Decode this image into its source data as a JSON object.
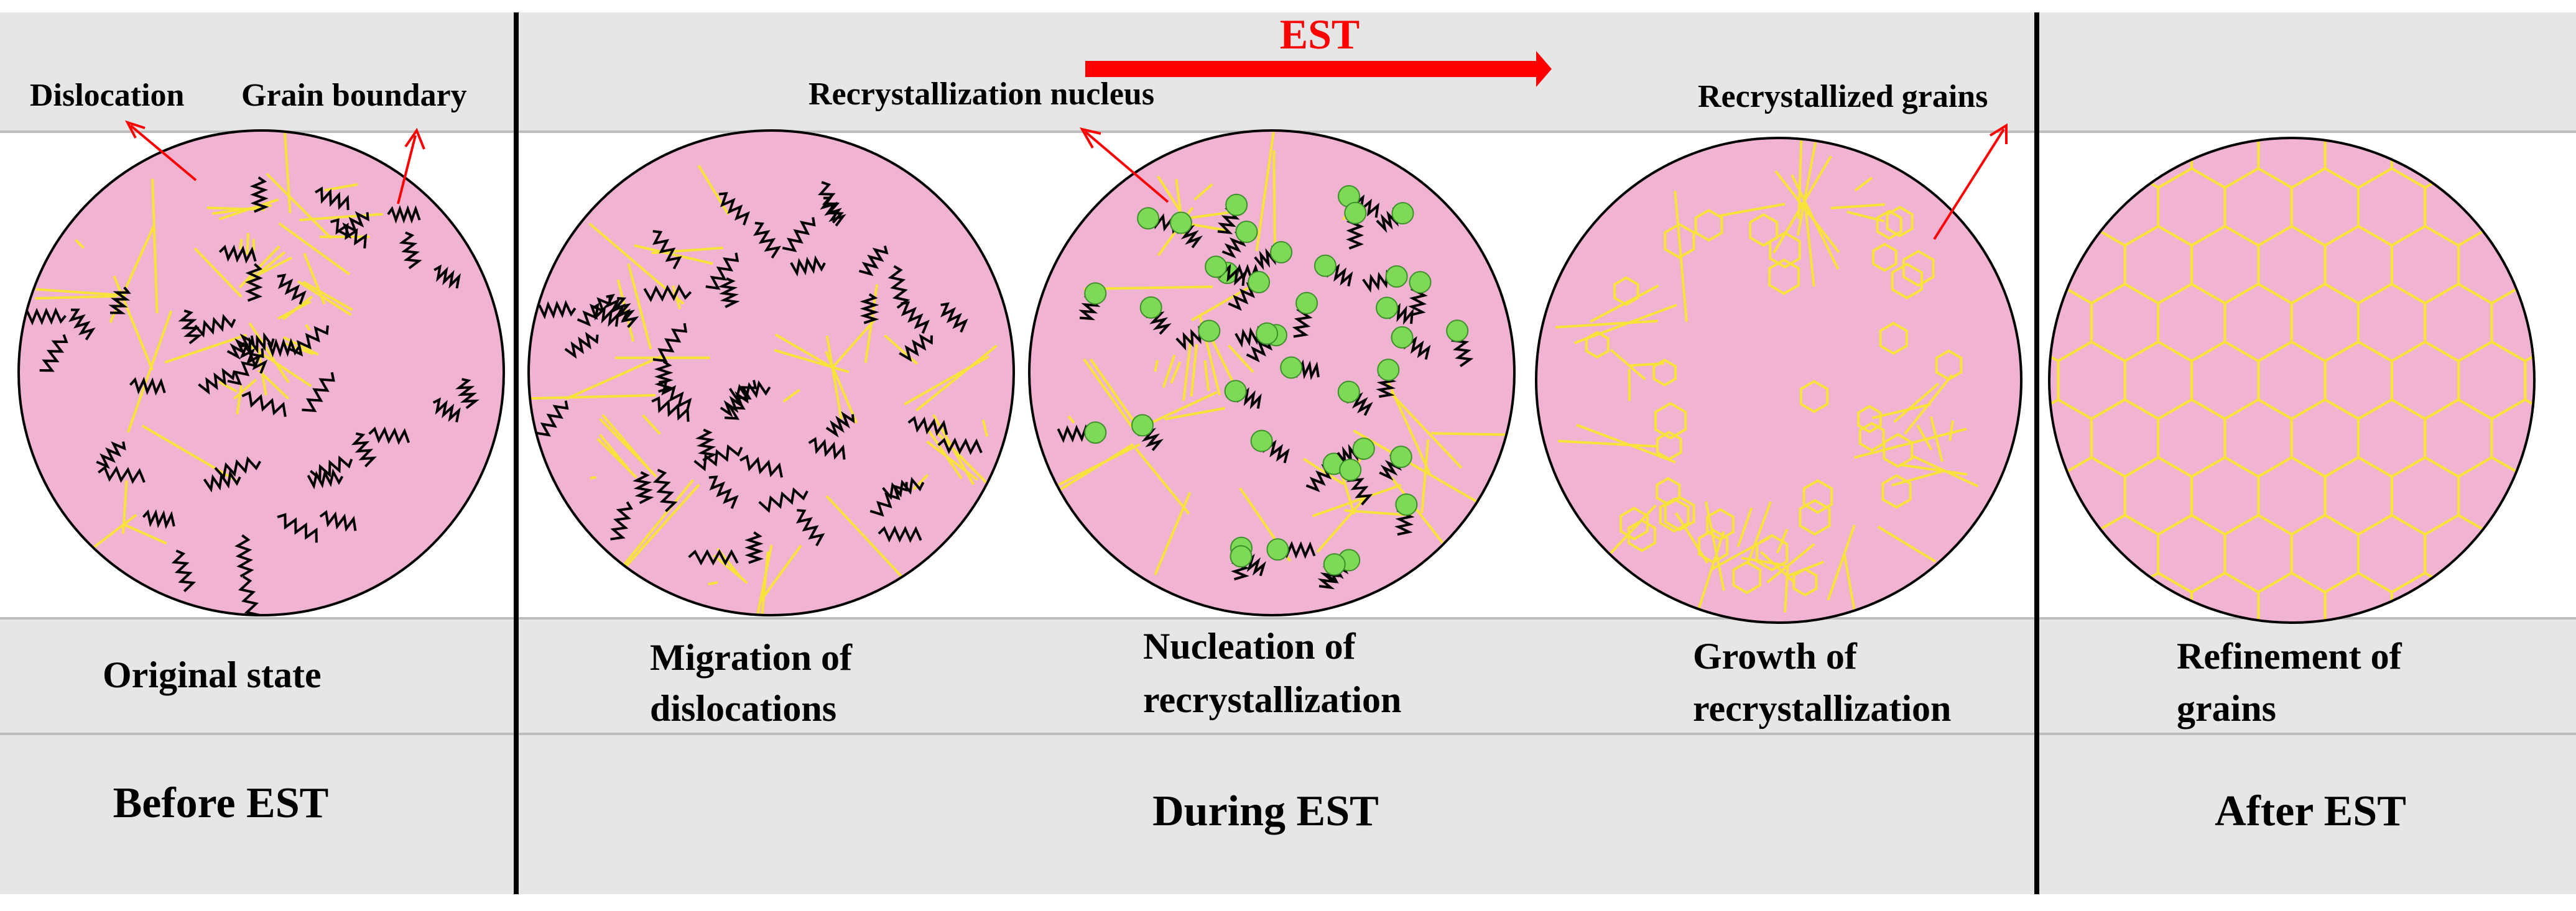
{
  "diagram": {
    "arrow_label": "EST",
    "annotations": {
      "dislocation": "Dislocation",
      "grain_boundary": "Grain boundary",
      "recrystallization_nucleus": "Recrystallization nucleus",
      "recrystallized_grains": "Recrystallized grains"
    },
    "states": [
      {
        "line1": "Original state",
        "line2": ""
      },
      {
        "line1": "Migration of",
        "line2": "dislocations"
      },
      {
        "line1": "Nucleation of",
        "line2": "recrystallization"
      },
      {
        "line1": "Growth of",
        "line2": "recrystallization"
      },
      {
        "line1": "Refinement of",
        "line2": "grains"
      }
    ],
    "phases": {
      "before": "Before EST",
      "during": "During EST",
      "after": "After EST"
    },
    "colors": {
      "grain_fill": "#f0b4d2",
      "grain_boundary": "#f7e33a",
      "nucleus": "#7ed957",
      "arrow": "#ff0000",
      "band": "#e6e6e6"
    }
  }
}
